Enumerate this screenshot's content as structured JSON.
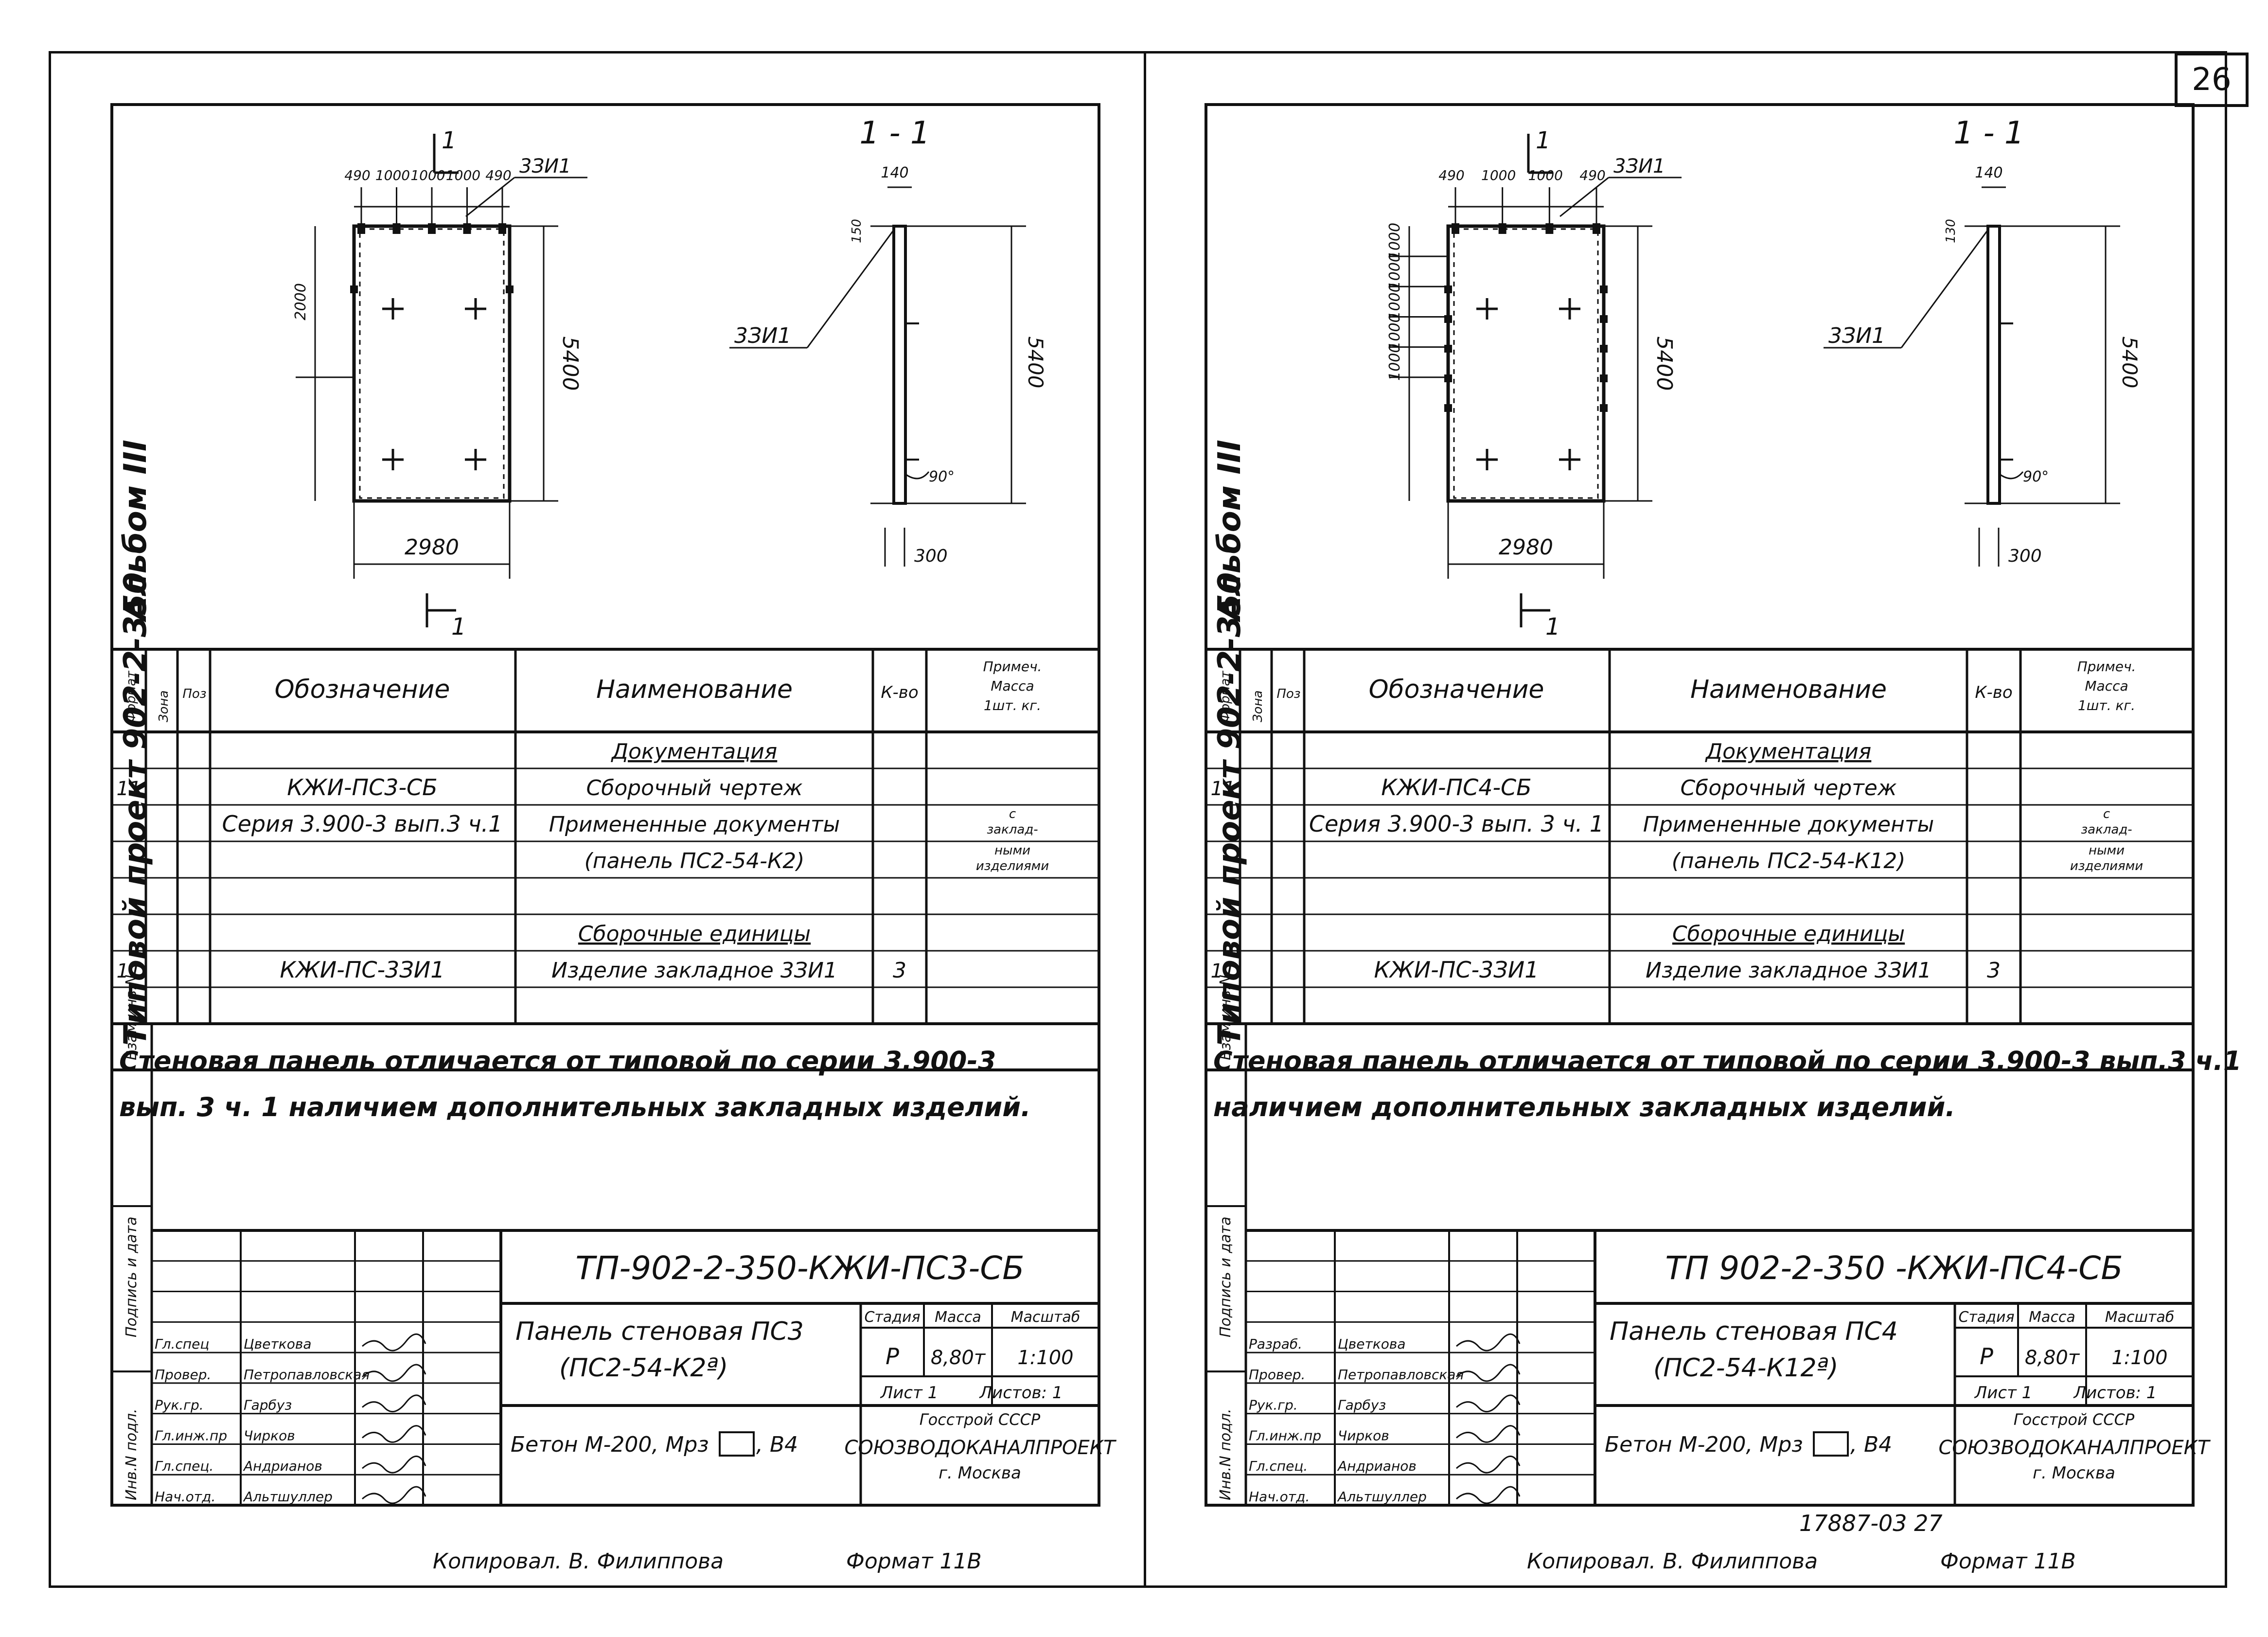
{
  "page_number": "26",
  "copied_by": "Копировал. В. Филиппова",
  "format": "Формат 11В",
  "archive_number": "17887-03 27",
  "table_headers": {
    "format": "Формат",
    "zone": "Зона",
    "pos": "Поз",
    "designation": "Обозначение",
    "name": "Наименование",
    "qty": "К-во",
    "note": "Примеч. Масса 1шт. кг."
  },
  "side_stamps": [
    "Инв.N подл.",
    "Подпись и дата",
    "Взам.инв.N"
  ],
  "sheets": [
    {
      "album": "Альбом III",
      "project": "Типовой проект 902-2-350",
      "drawing": {
        "section_label": "1 - 1",
        "section_mark": "1",
        "dim_top": [
          "490",
          "1000",
          "1000",
          "1000",
          "490"
        ],
        "dim_left": [
          "2000"
        ],
        "dim_height": "5400",
        "dim_width": "2980",
        "part_label": "3ЗИ1",
        "sec_dim_top": "140",
        "sec_dim_side": "150",
        "sec_angle": "90°",
        "sec_dim_bottom": "300",
        "sec_part_label": "3ЗИ1"
      },
      "rows": [
        {
          "f": "",
          "z": "",
          "p": "",
          "d": "",
          "n": "Документация",
          "q": "",
          "m": "",
          "style": "underline"
        },
        {
          "f": "11",
          "z": "",
          "p": "",
          "d": "КЖИ-ПС3-СБ",
          "n": "Сборочный чертеж",
          "q": "",
          "m": ""
        },
        {
          "f": "",
          "z": "",
          "p": "",
          "d": "Серия 3.900-3 вып.3 ч.1",
          "n": "Примененные документы",
          "q": "",
          "m": "с заклад-"
        },
        {
          "f": "",
          "z": "",
          "p": "",
          "d": "",
          "n": "(панель ПС2-54-К2)",
          "q": "",
          "m": "ными изделиями"
        },
        {
          "f": "",
          "z": "",
          "p": "",
          "d": "",
          "n": "",
          "q": "",
          "m": ""
        },
        {
          "f": "",
          "z": "",
          "p": "",
          "d": "",
          "n": "Сборочные единицы",
          "q": "",
          "m": "",
          "style": "underline"
        },
        {
          "f": "11",
          "z": "",
          "p": "",
          "d": "КЖИ-ПС-3ЗИ1",
          "n": "Изделие закладное 3ЗИ1",
          "q": "3",
          "m": ""
        },
        {
          "f": "",
          "z": "",
          "p": "",
          "d": "",
          "n": "",
          "q": "",
          "m": ""
        }
      ],
      "note_lines": [
        "Стеновая панель отличается от типовой по серии 3.900-3",
        "вып. 3 ч. 1 наличием дополнительных закладных изделий."
      ],
      "title_block": {
        "code": "ТП-902-2-350-КЖИ-ПС3-СБ",
        "title_line1": "Панель стеновая ПС3",
        "title_line2": "(ПС2-54-К2ª)",
        "material": "Бетон М-200, Мрз",
        "material_tail": ", В4",
        "stage_label": "Стадия",
        "mass_label": "Масса",
        "scale_label": "Масштаб",
        "stage": "Р",
        "mass": "8,80т",
        "scale": "1:100",
        "sheet": "Лист 1",
        "sheets": "Листов: 1",
        "org1": "Госстрой СССР",
        "org2": "СОЮЗВОДОКАНАЛПРОЕКТ",
        "org3": "г. Москва",
        "people": [
          {
            "role": "Гл.спец",
            "name": "Цветкова"
          },
          {
            "role": "Провер.",
            "name": "Петропавловская"
          },
          {
            "role": "Рук.гр.",
            "name": "Гарбуз"
          },
          {
            "role": "Гл.инж.пр",
            "name": "Чирков"
          },
          {
            "role": "Гл.спец.",
            "name": "Андрианов"
          },
          {
            "role": "Нач.отд.",
            "name": "Альтшуллер"
          }
        ]
      }
    },
    {
      "album": "Альбом III",
      "project": "Типовой проект 902-2-350",
      "drawing": {
        "section_label": "1 - 1",
        "section_mark": "1",
        "dim_top": [
          "490",
          "1000",
          "1000",
          "490"
        ],
        "dim_left": [
          "1000",
          "1000",
          "1000",
          "1000",
          "1000"
        ],
        "dim_height": "5400",
        "dim_width": "2980",
        "part_label": "3ЗИ1",
        "sec_dim_top": "140",
        "sec_dim_side": "130",
        "sec_angle": "90°",
        "sec_dim_bottom": "300",
        "sec_part_label": "3ЗИ1"
      },
      "rows": [
        {
          "f": "",
          "z": "",
          "p": "",
          "d": "",
          "n": "Документация",
          "q": "",
          "m": "",
          "style": "underline"
        },
        {
          "f": "11",
          "z": "",
          "p": "",
          "d": "КЖИ-ПС4-СБ",
          "n": "Сборочный чертеж",
          "q": "",
          "m": ""
        },
        {
          "f": "",
          "z": "",
          "p": "",
          "d": "Серия 3.900-3 вып. 3 ч. 1",
          "n": "Примененные документы",
          "q": "",
          "m": "с заклад-"
        },
        {
          "f": "",
          "z": "",
          "p": "",
          "d": "",
          "n": "(панель ПС2-54-К12)",
          "q": "",
          "m": "ными изделиями"
        },
        {
          "f": "",
          "z": "",
          "p": "",
          "d": "",
          "n": "",
          "q": "",
          "m": ""
        },
        {
          "f": "",
          "z": "",
          "p": "",
          "d": "",
          "n": "Сборочные единицы",
          "q": "",
          "m": "",
          "style": "underline"
        },
        {
          "f": "11",
          "z": "",
          "p": "",
          "d": "КЖИ-ПС-3ЗИ1",
          "n": "Изделие закладное 3ЗИ1",
          "q": "3",
          "m": ""
        },
        {
          "f": "",
          "z": "",
          "p": "",
          "d": "",
          "n": "",
          "q": "",
          "m": ""
        }
      ],
      "note_lines": [
        "Стеновая панель отличается от типовой по серии 3.900-3 вып.3 ч.1",
        "наличием дополнительных закладных изделий."
      ],
      "title_block": {
        "code": "ТП 902-2-350 -КЖИ-ПС4-СБ",
        "title_line1": "Панель стеновая ПС4",
        "title_line2": "(ПС2-54-К12ª)",
        "material": "Бетон М-200, Мрз",
        "material_tail": ", В4",
        "stage_label": "Стадия",
        "mass_label": "Масса",
        "scale_label": "Масштаб",
        "stage": "Р",
        "mass": "8,80т",
        "scale": "1:100",
        "sheet": "Лист 1",
        "sheets": "Листов: 1",
        "org1": "Госстрой СССР",
        "org2": "СОЮЗВОДОКАНАЛПРОЕКТ",
        "org3": "г. Москва",
        "people": [
          {
            "role": "Разраб.",
            "name": "Цветкова"
          },
          {
            "role": "Провер.",
            "name": "Петропавловская"
          },
          {
            "role": "Рук.гр.",
            "name": "Гарбуз"
          },
          {
            "role": "Гл.инж.пр",
            "name": "Чирков"
          },
          {
            "role": "Гл.спец.",
            "name": "Андрианов"
          },
          {
            "role": "Нач.отд.",
            "name": "Альтшуллер"
          }
        ]
      }
    }
  ]
}
